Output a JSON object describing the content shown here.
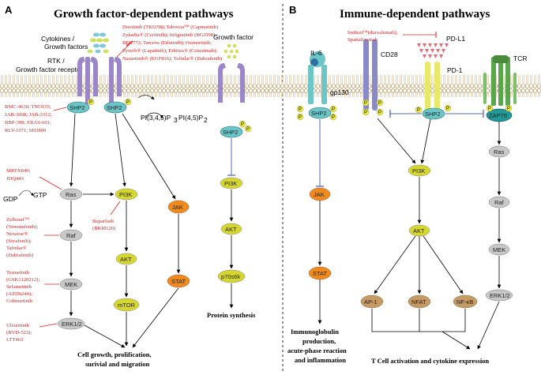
{
  "panels": {
    "a_letter": "A",
    "a_title": "Growth factor-dependent pathways",
    "b_letter": "B",
    "b_title": "Immune-dependent pathways"
  },
  "left": {
    "cytokines": [
      "Cytokines /",
      "Growth factors"
    ],
    "rtk": [
      "RTK /",
      "Growth factor receptor"
    ],
    "growth_factor": "Growth factor",
    "shp2_a": "SHP2",
    "shp2_b": "SHP2",
    "shp2_c": "SHP2",
    "pi345": "PI(3,4,5)P",
    "pi345_sub": "3",
    "pi45": "PI(4,5)P",
    "pi45_sub": "2",
    "gdp": "GDP",
    "gtp": "GTP",
    "ras": "Ras",
    "raf": "Raf",
    "mek": "MEK",
    "erk": "ERK1/2",
    "pi3k": "PI3K",
    "akt": "AKT",
    "mtor": "mTOR",
    "jak": "JAK",
    "stat": "STAT",
    "pi3k2": "PI3K",
    "akt2": "AKT",
    "p70": "p70s6k",
    "protein": "Protein synthesis",
    "outcome": [
      "Cell growth, prolification,",
      "surivial and migration"
    ],
    "drugs_top": [
      "Dovitinib (TKI258); Tabrecta™ (Capmatinib)",
      "Zykadia® (Ceritinib); Infigratinib (BGJ398);",
      "BFH772; Tarceva (Erlotinib); Osimertinib;",
      "Tyverb® (Lapatinib); Erbitux® (Cetuximab);",
      "Nazartinib® (EGF816); Tafinlar® (Dabrafenib)"
    ],
    "drugs_shp2": [
      "RMC-4630; TNO155;",
      "JAB-3068; JAB-3312;",
      "BBP-398; ERAS-601;",
      "RLY-1971;  SH3809"
    ],
    "drugs_ras": [
      "MRTX849;",
      "JDQ443"
    ],
    "drugs_raf": [
      "Zelboraf™",
      "(Vemurafenib);",
      "Nexavar®",
      "(Sorafenib);",
      "Tafinlar®",
      "(Dabrafenib)"
    ],
    "drugs_mek": [
      "Trametinib",
      "(GSK1120212);",
      "Selumetinib",
      "(AZD6244);",
      "Cobimetinib"
    ],
    "drugs_erk": [
      "Ulixertinib",
      "(BVD-523);",
      "LTT462"
    ],
    "drugs_pi3k": [
      "Buparlisib",
      "(BKM120)"
    ]
  },
  "right": {
    "il6": "IL-6",
    "gp130": "gp130",
    "cd28": "CD28",
    "pd1": "PD-1",
    "pdl1": "PD-L1",
    "tcr": "TCR",
    "shp2_d": "SHP2",
    "shp2_e": "SHP2",
    "zap70": "ZAP70",
    "jak": "JAK",
    "stat": "STAT",
    "pi3k": "PI3K",
    "akt": "AKT",
    "ap1": "AP-1",
    "nfat": "NFAT",
    "nfkb": "NF-κB",
    "ras": "Ras",
    "raf": "Raf",
    "mek": "MEK",
    "erk": "ERK1/2",
    "drugs_pdl1": [
      "Imfinzi™(durvalumab);",
      "Spartalizumab"
    ],
    "outcome_immuno": [
      "Immunoglobulin",
      "production,",
      "acute-phase reaction",
      "and inflammation"
    ],
    "outcome_t": "T Cell activation and  cytokine expression"
  },
  "p_label": "P",
  "colors": {
    "membrane": "#c9a86a",
    "purple": "#9a86c8",
    "teal": "#6cc6c8",
    "yellow": "#d6d630",
    "orange": "#ef8b1a",
    "gray": "#c8c8c8",
    "tan": "#c79a63",
    "green": "#5aa64a",
    "drug_red": "#dd2222"
  }
}
